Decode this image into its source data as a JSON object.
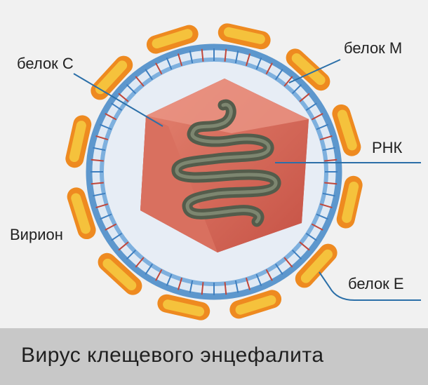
{
  "labels": {
    "protein_c": "белок C",
    "protein_m": "белок M",
    "rna": "РНК",
    "virion": "Вирион",
    "protein_e": "белок E"
  },
  "caption": "Вирус клещевого энцефалита",
  "colors": {
    "envelope_blue": "#6fa6d8",
    "glycoprotein_yellow": "#f5c23c",
    "glycoprotein_orange": "#ee8a20",
    "capsid_red": "#b9473f",
    "capsid_light": "#e37a6a",
    "rna_gray": "#5a6152",
    "caption_bar": "#c8c8c8"
  }
}
